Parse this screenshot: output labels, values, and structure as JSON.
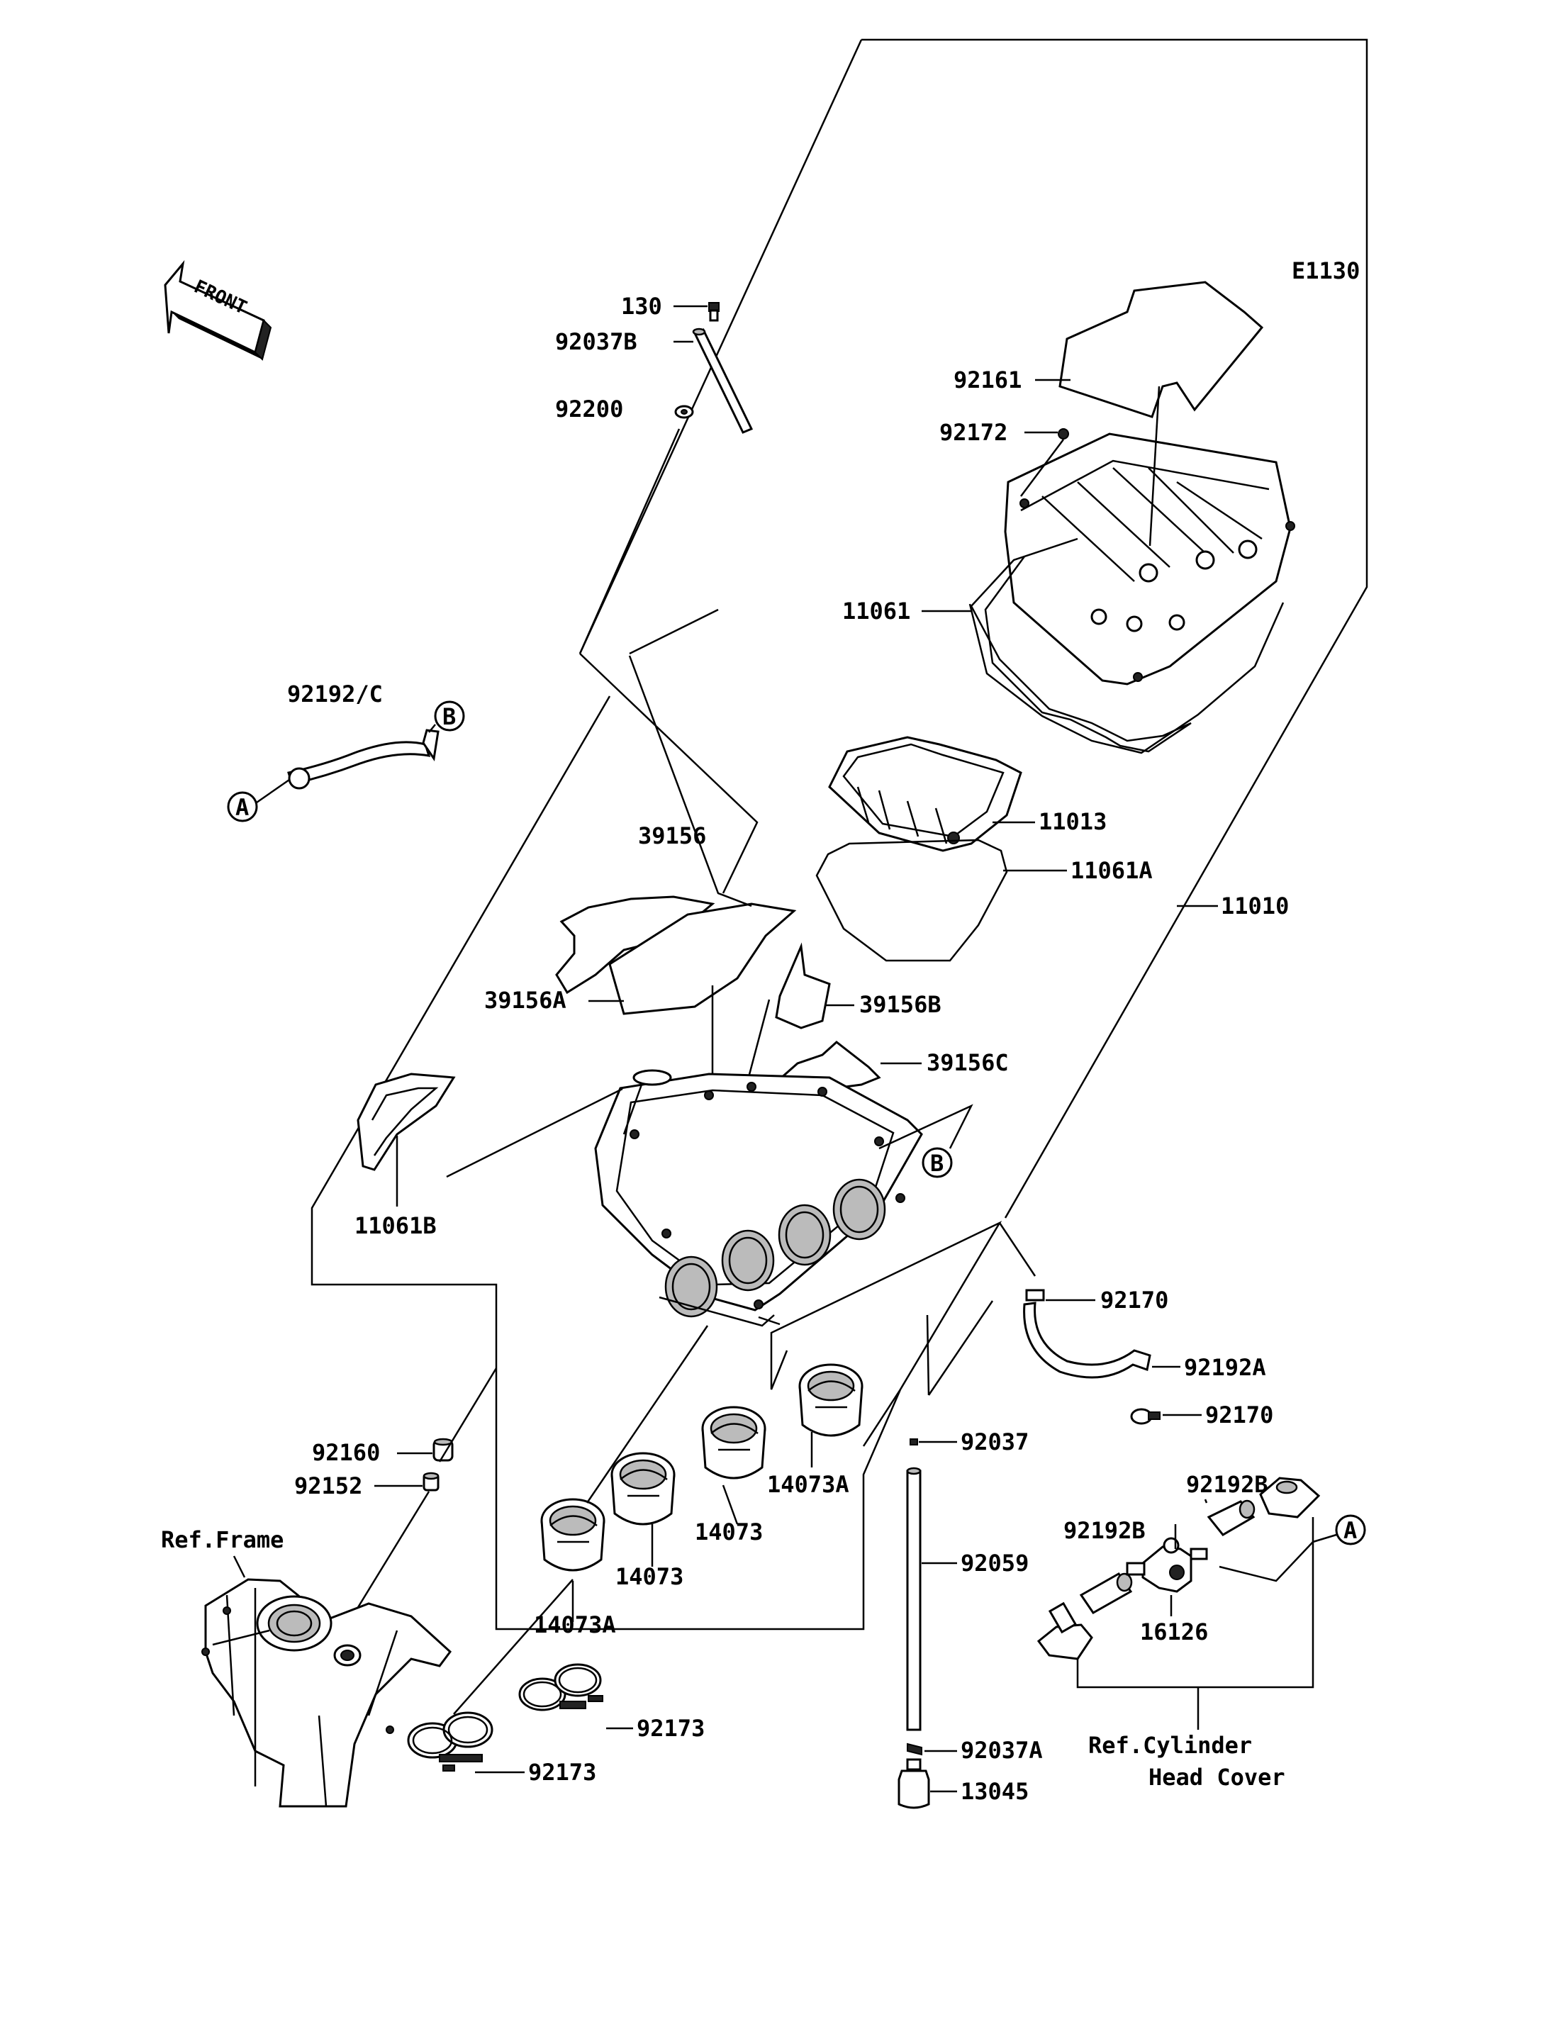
{
  "diagram": {
    "code": "E1130",
    "front_label": "FRONT",
    "ref_frame": "Ref.Frame",
    "ref_cylinder_line1": "Ref.Cylinder",
    "ref_cylinder_line2": "Head Cover",
    "callouts": {
      "a_left": "A",
      "a_right": "A",
      "b_top": "B",
      "b_mid": "B"
    },
    "parts": {
      "p130": "130",
      "p92037B": "92037B",
      "p92200": "92200",
      "p92161": "92161",
      "p92172": "92172",
      "p11061": "11061",
      "p92192C": "92192/C",
      "p11013": "11013",
      "p11061A": "11061A",
      "p11010": "11010",
      "p39156": "39156",
      "p39156A": "39156A",
      "p39156B": "39156B",
      "p39156C": "39156C",
      "p11061B": "11061B",
      "p92170a": "92170",
      "p92192A": "92192A",
      "p92170b": "92170",
      "p92160": "92160",
      "p92152": "92152",
      "p92037": "92037",
      "p14073Aa": "14073A",
      "p14073a": "14073",
      "p14073b": "14073",
      "p14073Ab": "14073A",
      "p92192Ba": "92192B",
      "p92192Bb": "92192B",
      "p92059": "92059",
      "p16126": "16126",
      "p92173a": "92173",
      "p92173b": "92173",
      "p92037A": "92037A",
      "p13045": "13045"
    }
  }
}
